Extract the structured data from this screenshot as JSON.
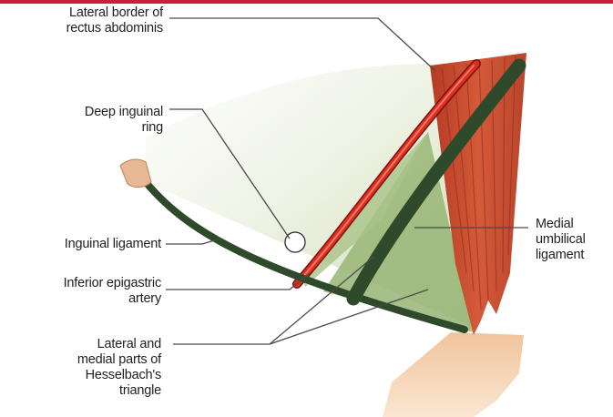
{
  "colors": {
    "accent_bar": "#c8203a",
    "muscle": "#c4482c",
    "ligament": "#2e4a2a",
    "artery": "#d8281c",
    "triangle_fill": "#8fae6a",
    "background_fill": "#e6ecd8",
    "bone": "#e8b48c"
  },
  "labels": {
    "lateral_border": [
      "Lateral border of",
      "rectus abdominis"
    ],
    "deep_ring": [
      "Deep inguinal",
      "ring"
    ],
    "inguinal_ligament": [
      "Inguinal ligament"
    ],
    "inferior_epigastric": [
      "Inferior epigastric",
      "artery"
    ],
    "hesselbach": [
      "Lateral and",
      "medial parts of",
      "Hesselbach's",
      "triangle"
    ],
    "medial_umbilical": [
      "Medial",
      "umbilical",
      "ligament"
    ]
  }
}
